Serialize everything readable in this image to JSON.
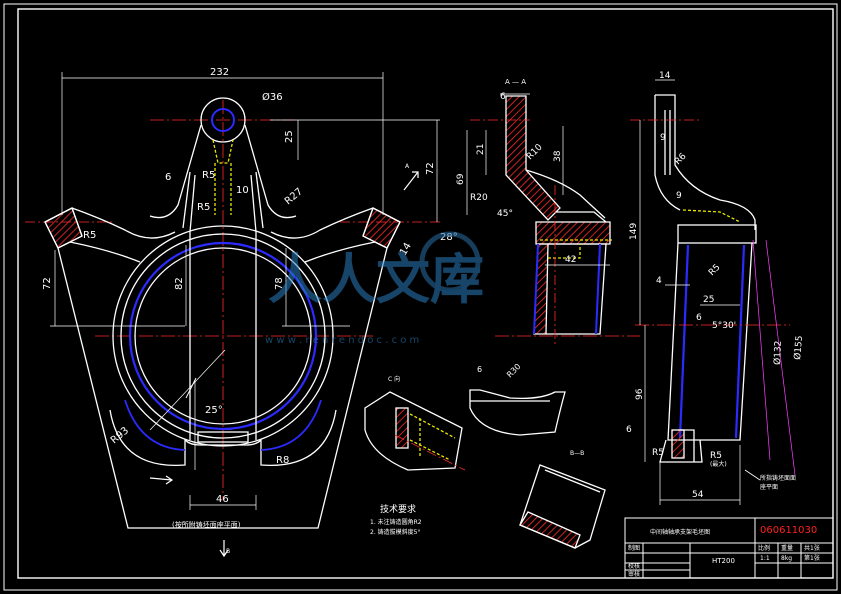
{
  "dims": {
    "d232": "232",
    "d36": "Ø36",
    "d25a": "25",
    "d72a": "72",
    "d6a": "6",
    "r5a": "R5",
    "d10": "10",
    "r5b": "R5",
    "r27": "R27",
    "r5c": "R5",
    "d72b": "72",
    "d82": "82",
    "d78": "78",
    "d14": "14",
    "d28": "28°",
    "r93": "R93",
    "d25deg": "25°",
    "r8": "R8",
    "d46": "46",
    "s6": "6",
    "s21": "21",
    "s38": "38",
    "s69": "69",
    "r10": "R10",
    "r20": "R20",
    "a45": "45°",
    "s42": "42",
    "t14": "14",
    "t9a": "9",
    "t9b": "9",
    "r6": "R6",
    "t149": "149",
    "r5d": "R5",
    "t4": "4",
    "t25": "25",
    "t6": "6",
    "a5deg": "5°30'",
    "t132": "Ø132",
    "t155": "Ø155",
    "t96": "96",
    "t6b": "6",
    "r5e": "R5",
    "r5f": "R5",
    "t54": "54",
    "r30": "R30",
    "d6c": "6"
  },
  "labels": {
    "section_aa": "A — A",
    "view_c": "C 向",
    "arrow_c": "C",
    "arrow_b": "B",
    "arrow_a": "A",
    "view_b_side": "B—B",
    "note_bottom": "(按所附铸坯面座平面)",
    "note_right_1": "所指铸坯面面",
    "note_right_2": "座平面",
    "max_tag": "(最大)",
    "tech_title": "技术要求",
    "tech_1": "1. 未注铸造圆角R2",
    "tech_2": "2. 铸造拔模斜度5°"
  },
  "watermark": {
    "brand": "人人文库",
    "url": "w w w . r e n r e n d o c . c o m"
  },
  "title_block": {
    "name": "中间轴轴承支架毛坯图",
    "code": "060611030",
    "col1": "比例",
    "col2": "重量",
    "col3": "共1张",
    "val1": "1:1",
    "val2": "8kg",
    "val3": "第1张",
    "material": "HT200",
    "r1": "制图",
    "r2": "校核",
    "r3": "审核"
  },
  "colors": {
    "outline": "#ffffff",
    "hatch": "#ff2a2a",
    "blue": "#2b2bff",
    "yellow": "#e8e800",
    "magenta": "#ff40ff",
    "centerline": "#ff2a2a",
    "code": "#ff2020"
  }
}
